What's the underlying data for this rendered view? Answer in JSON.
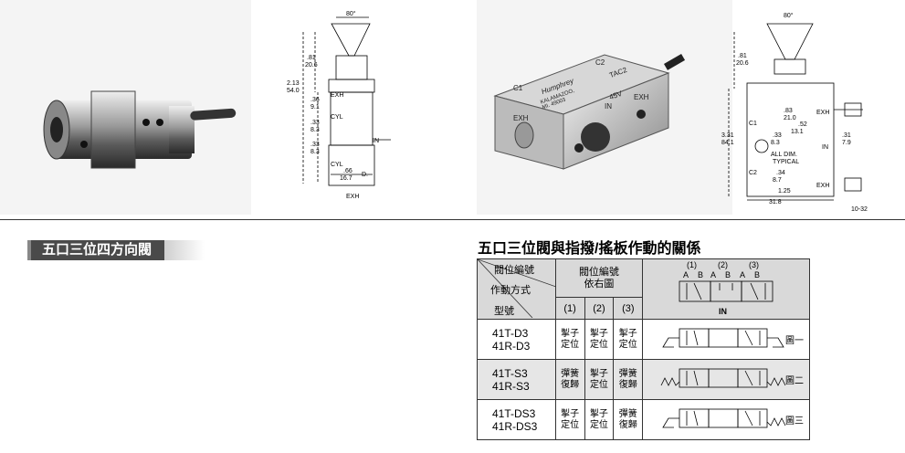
{
  "drawing_left": {
    "angle": "80°",
    "dim_081": ".81",
    "dim_206": "20.6",
    "dim_213": "2.13",
    "dim_540": "54.0",
    "dim_036": ".36",
    "dim_091": "9.1",
    "dim_033a": ".33",
    "dim_083a": "8.3",
    "dim_033b": ".33",
    "dim_083b": "8.3",
    "dim_066": ".66",
    "dim_167": "16.7",
    "label_d": "D.",
    "port_exh_top": "EXH",
    "port_cyl_top": "CYL",
    "port_in": "IN",
    "port_cyl_bottom": "CYL",
    "port_exh_bottom": "EXH"
  },
  "photo_right": {
    "label_c1": "C1",
    "label_c2": "C2",
    "brand": "Humphrey",
    "model": "TAC2",
    "city": "KALAMAZOO, MI. 49003",
    "psi": "45V",
    "label_exh_left": "EXH",
    "label_in": "IN",
    "label_exh_right": "EXH"
  },
  "drawing_right": {
    "angle": "80°",
    "dim_081": ".81",
    "dim_206": "20.6",
    "dim_331": "3.31",
    "dim_841": "84.1",
    "dim_083": ".83",
    "dim_210": "21.0",
    "dim_052": ".52",
    "dim_131": "13.1",
    "dim_033": ".33",
    "dim_083b": "8.3",
    "dim_031": ".31",
    "dim_079": "7.9",
    "dim_034": ".34",
    "dim_087": "8.7",
    "dim_125": "1.25",
    "dim_318": "31.8",
    "label_c1": "C1",
    "label_c2": "C2",
    "label_exh_top": "EXH",
    "label_in": "IN",
    "label_exh_bottom": "EXH",
    "note_1": "ALL DIM.",
    "note_2": "TYPICAL",
    "thread": "10-32"
  },
  "section_title": "五口三位四方向閥",
  "table_title": "五口三位閥與指撥/搖板作動的關係",
  "table": {
    "corner_line1": "閥位編號",
    "corner_line2": "作動方式",
    "corner_line3": "型號",
    "valve_pos_header_l1": "閥位編號",
    "valve_pos_header_l2": "依右圖",
    "col1": "(1)",
    "col2": "(2)",
    "col3": "(3)",
    "symbol_pos1": "(1)",
    "symbol_pos2": "(2)",
    "symbol_pos3": "(3)",
    "symbol_port_a": "A",
    "symbol_port_b": "B",
    "symbol_in": "IN",
    "rows": [
      {
        "model1": "41T-D3",
        "model2": "41R-D3",
        "c1a": "掣子",
        "c1b": "定位",
        "c2a": "掣子",
        "c2b": "定位",
        "c3a": "掣子",
        "c3b": "定位",
        "fig": "圖一"
      },
      {
        "model1": "41T-S3",
        "model2": "41R-S3",
        "c1a": "彈簧",
        "c1b": "復歸",
        "c2a": "掣子",
        "c2b": "定位",
        "c3a": "彈簧",
        "c3b": "復歸",
        "fig": "圖二"
      },
      {
        "model1": "41T-DS3",
        "model2": "41R-DS3",
        "c1a": "掣子",
        "c1b": "定位",
        "c2a": "掣子",
        "c2b": "定位",
        "c3a": "彈簧",
        "c3b": "復歸",
        "fig": "圖三"
      }
    ]
  }
}
